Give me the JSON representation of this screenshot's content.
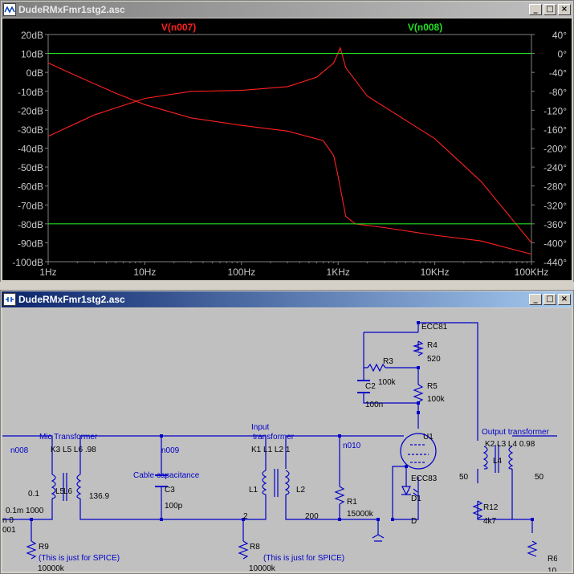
{
  "plot_window": {
    "title": "DudeRMxFmr1stg2.asc",
    "buttons": {
      "minimize": "_",
      "maximize": "□",
      "close": "×"
    }
  },
  "chart_data": {
    "type": "line",
    "x_scale": "log",
    "xlim": [
      1,
      100000
    ],
    "x_ticks": [
      "1Hz",
      "10Hz",
      "100Hz",
      "1KHz",
      "10KHz",
      "100KHz"
    ],
    "y_left_ticks": [
      "20dB",
      "10dB",
      "0dB",
      "-10dB",
      "-20dB",
      "-30dB",
      "-40dB",
      "-50dB",
      "-60dB",
      "-70dB",
      "-80dB",
      "-90dB",
      "-100dB"
    ],
    "y_left_range": [
      -100,
      20
    ],
    "y_right_ticks": [
      "40°",
      "0°",
      "-40°",
      "-80°",
      "-120°",
      "-160°",
      "-200°",
      "-240°",
      "-280°",
      "-320°",
      "-360°",
      "-400°",
      "-440°"
    ],
    "y_right_range": [
      -440,
      40
    ],
    "series": [
      {
        "name": "V(n007)",
        "color": "#ff2020",
        "magnitude_db": [
          [
            1,
            5
          ],
          [
            2,
            -2
          ],
          [
            5,
            -11
          ],
          [
            10,
            -17
          ],
          [
            30,
            -24
          ],
          [
            100,
            -28
          ],
          [
            300,
            -31
          ],
          [
            700,
            -36
          ],
          [
            900,
            -44
          ],
          [
            1000,
            -55
          ],
          [
            1200,
            -76
          ],
          [
            1500,
            -80
          ],
          [
            3000,
            -82
          ],
          [
            10000,
            -86
          ],
          [
            30000,
            -89
          ],
          [
            100000,
            -96
          ]
        ],
        "phase_deg": [
          [
            1,
            -175
          ],
          [
            3,
            -130
          ],
          [
            10,
            -95
          ],
          [
            30,
            -80
          ],
          [
            100,
            -78
          ],
          [
            300,
            -70
          ],
          [
            600,
            -50
          ],
          [
            900,
            -20
          ],
          [
            1050,
            12
          ],
          [
            1200,
            -30
          ],
          [
            2000,
            -90
          ],
          [
            10000,
            -180
          ],
          [
            30000,
            -270
          ],
          [
            100000,
            -400
          ]
        ]
      },
      {
        "name": "V(n008)",
        "color": "#20e020",
        "magnitude_db": [
          [
            1,
            10
          ],
          [
            100000,
            10
          ]
        ],
        "phase_deg": [
          [
            1,
            -360
          ],
          [
            100000,
            -360
          ]
        ]
      }
    ]
  },
  "schematic_window": {
    "title": "DudeRMxFmr1stg2.asc",
    "buttons": {
      "minimize": "_",
      "maximize": "□",
      "close": "×"
    },
    "labels": {
      "mic_transformer": "Mic Transformer",
      "mic_coupling": "K3 L5 L6 .98",
      "input_transformer_1": "Input",
      "input_transformer_2": "transformer",
      "input_coupling": "K1 L1 L2 1",
      "output_transformer": "Output transformer",
      "output_coupling": "K2 L3 L4 0.98",
      "cable_capacitance": "Cable capacitance",
      "spice_note_r9": "(This is just for SPICE)",
      "spice_note_r8": "(This is just for SPICE)"
    },
    "nets": {
      "n008": "n008",
      "n009": "n009",
      "n010": "n010"
    },
    "components": {
      "L5": "L5",
      "L6": "L6",
      "L6_val": "136.9",
      "L5_val": "0.1",
      "rser": "0.1m 1000",
      "n0": "n 0",
      "cut_001": "001",
      "C3": "C3",
      "C3_val": "100p",
      "L1": "L1",
      "L2": "L2",
      "L1_val": "2",
      "L2_val": "200",
      "R1": "R1",
      "R1_val": "15000k",
      "R9": "R9",
      "R9_val": "10000k",
      "R8": "R8",
      "R8_val": "10000k",
      "R3": "R3",
      "R3_val": "100k",
      "C2": "C2",
      "C2_val": "100n",
      "R4": "R4",
      "R4_val": "520",
      "R5": "R5",
      "R5_val": "100k",
      "U1": "U1",
      "U1_model": "ECC83",
      "U1_top": "ECC81",
      "D1": "D1",
      "D1_val": "D",
      "R12": "R12",
      "R12_val": "4k7",
      "L3_val": "50",
      "L4": "L4",
      "L4_val": "50",
      "R6": "R6",
      "R6_cut": "10"
    }
  }
}
